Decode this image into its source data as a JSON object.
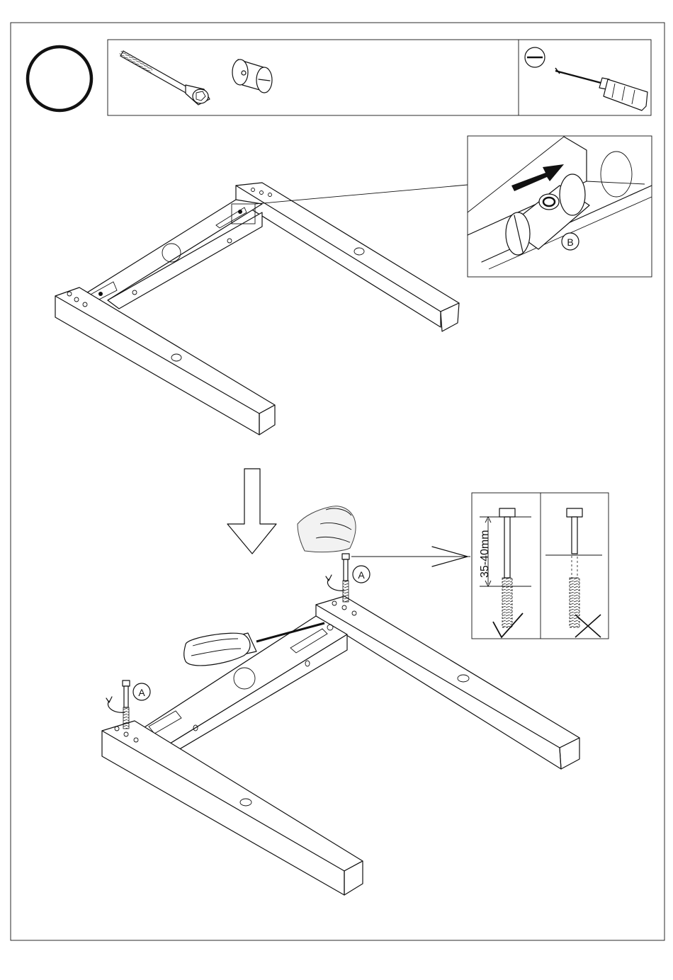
{
  "step": {
    "number": ""
  },
  "parts_box": {
    "screw_icon": "socket-head-bolt-icon",
    "barrel_nut_icon": "barrel-nut-icon",
    "tool_icon": "flat-screwdriver-icon",
    "tool_symbol_icon": "flat-head-symbol-icon"
  },
  "labels": {
    "part_a": "A",
    "part_b": "B",
    "measurement": "35-40mm"
  },
  "check": {
    "correct_icon": "check-mark-icon",
    "wrong_icon": "cross-mark-icon"
  },
  "colors": {
    "line": "#111111",
    "arrow_fill": "#111111",
    "background": "#ffffff"
  }
}
